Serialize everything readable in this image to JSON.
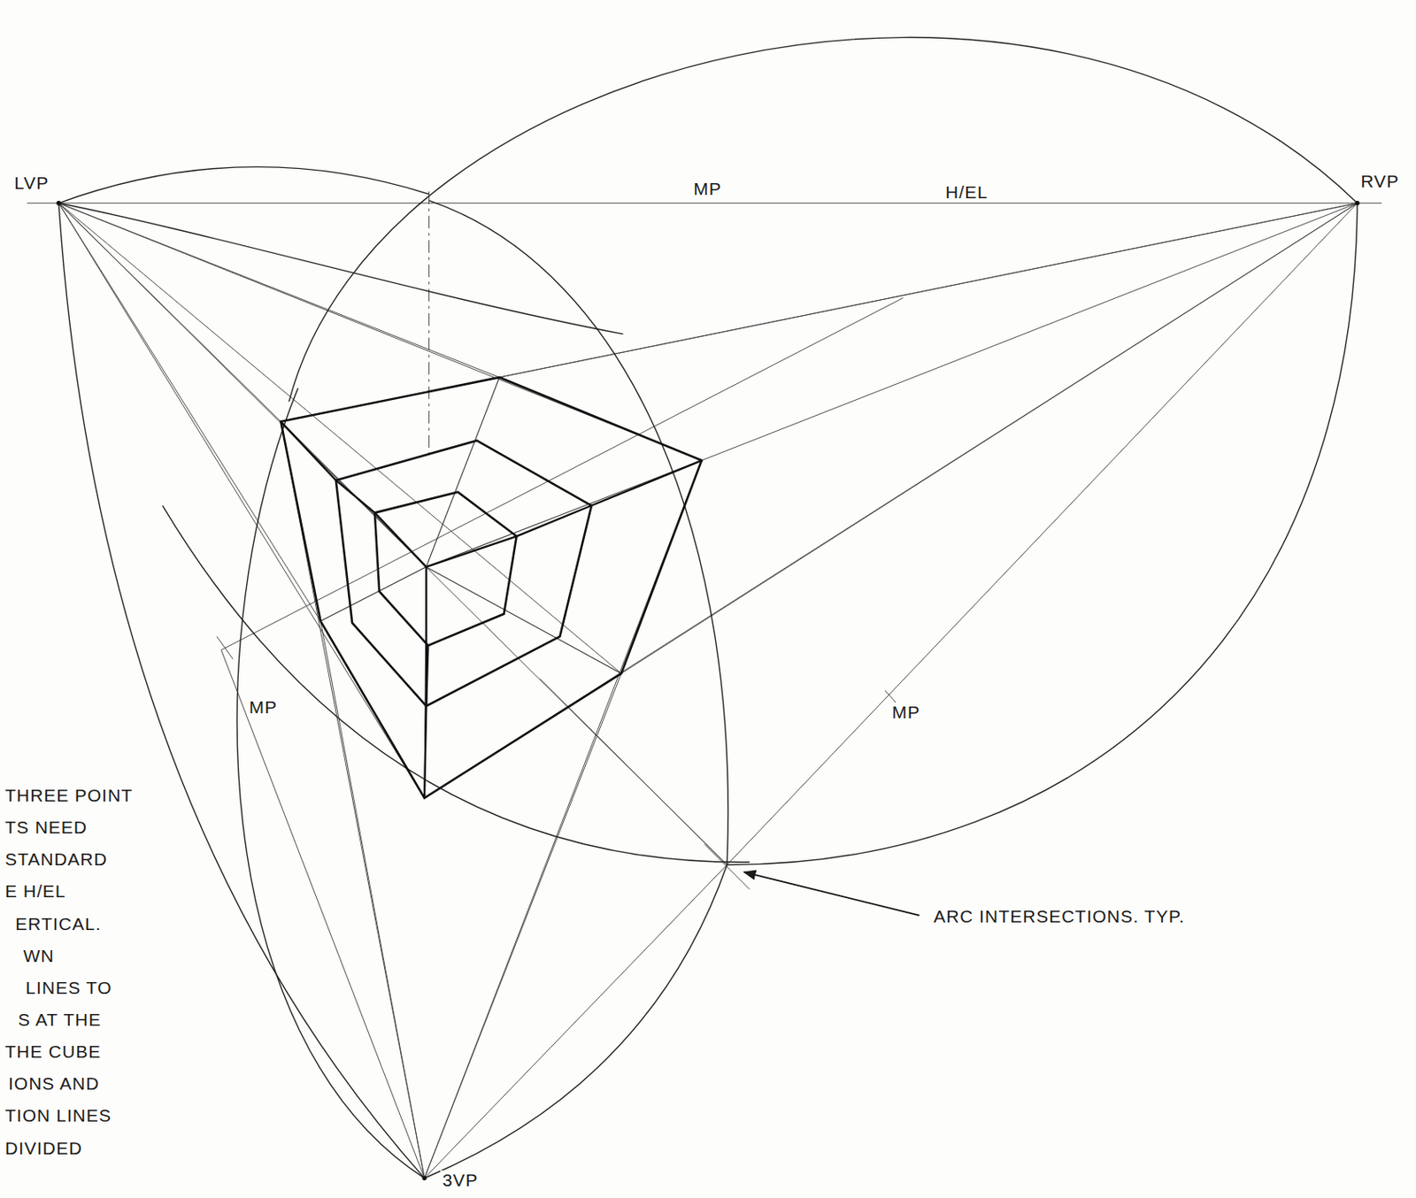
{
  "diagram": {
    "labels": [
      "LVP",
      "RVP",
      "MP",
      "H/EL",
      "MP",
      "MP",
      "3VP",
      "ARC INTERSECTIONS. TYP.",
      "THREE POINT",
      "TS NEED",
      "STANDARD",
      "E H/EL",
      "ERTICAL.",
      "WN",
      "LINES TO",
      "S AT THE",
      "THE CUBE",
      "IONS AND",
      "TION LINES",
      "DIVIDED"
    ]
  }
}
